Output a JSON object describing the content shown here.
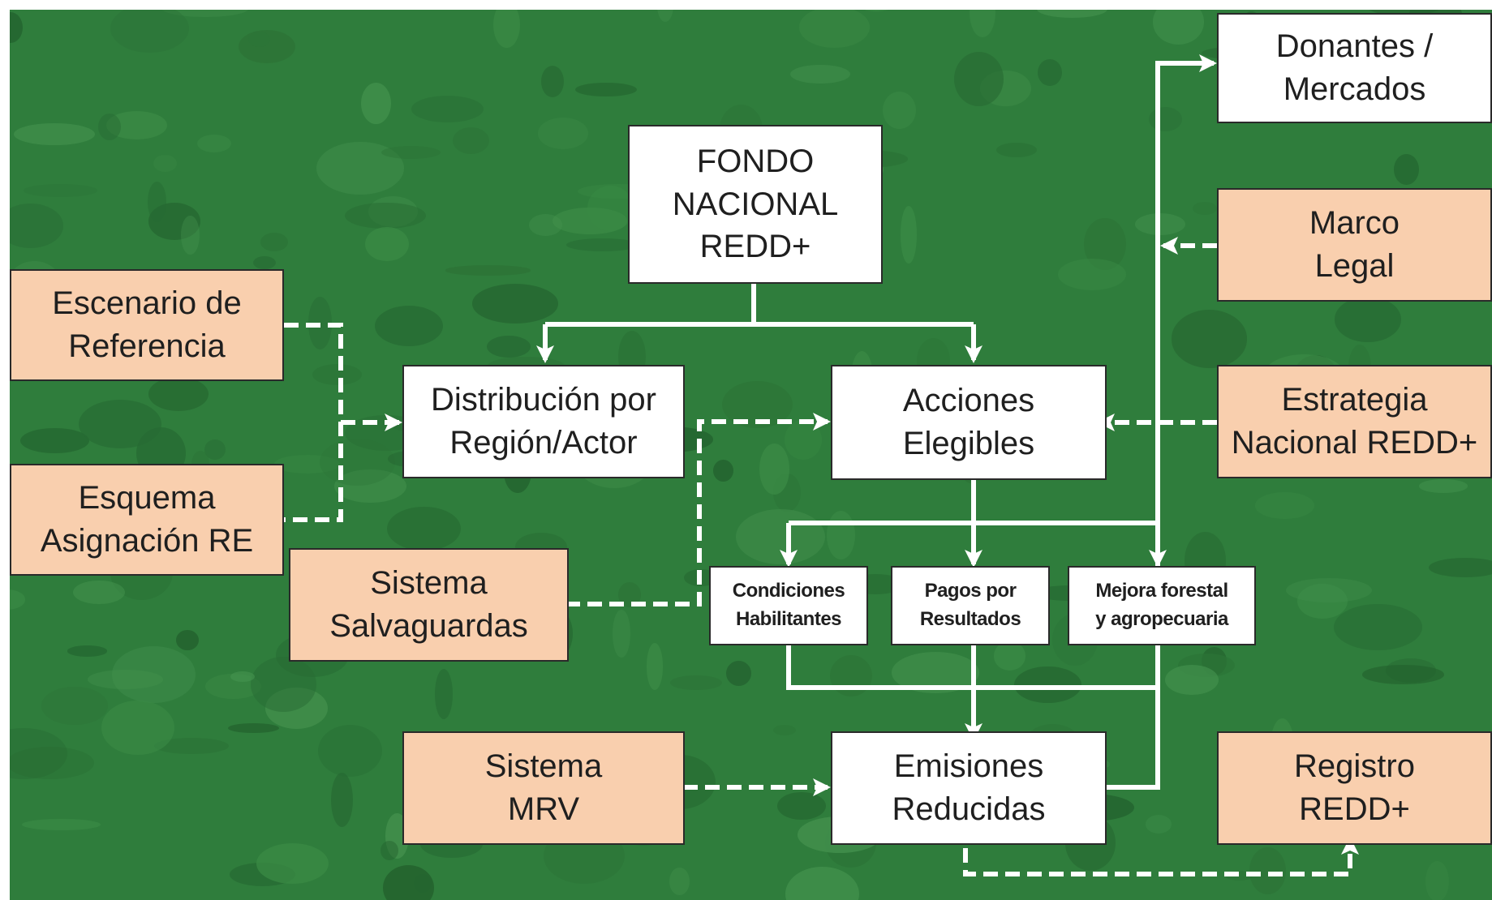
{
  "colors": {
    "background": "#2f7d3c",
    "line": "#ffffff",
    "box_white": "#ffffff",
    "box_peach": "#f9cfae"
  },
  "boxes": {
    "donantes": [
      "Donantes /",
      "Mercados"
    ],
    "fondo": [
      "FONDO",
      "NACIONAL",
      "REDD+"
    ],
    "marco": [
      "Marco",
      "Legal"
    ],
    "escenario": [
      "Escenario de",
      "Referencia"
    ],
    "distribucion": [
      "Distribución por",
      "Región/Actor"
    ],
    "acciones": [
      "Acciones",
      "Elegibles"
    ],
    "estrategia": [
      "Estrategia",
      "Nacional REDD+"
    ],
    "esquema": [
      "Esquema",
      "Asignación RE"
    ],
    "salvaguardas": [
      "Sistema",
      "Salvaguardas"
    ],
    "condiciones": [
      "Condiciones",
      "Habilitantes"
    ],
    "pagos": [
      "Pagos por",
      "Resultados"
    ],
    "mejora": [
      "Mejora forestal",
      "y agropecuaria"
    ],
    "mrv": [
      "Sistema",
      "MRV"
    ],
    "emisiones": [
      "Emisiones",
      "Reducidas"
    ],
    "registro": [
      "Registro",
      "REDD+"
    ]
  }
}
